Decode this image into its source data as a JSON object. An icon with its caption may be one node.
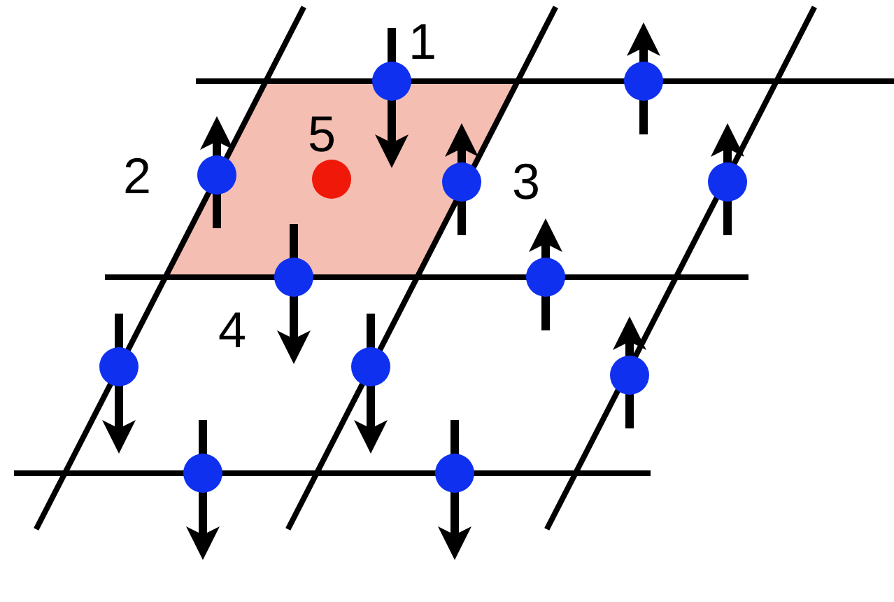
{
  "diagram": {
    "labels": [
      "1",
      "5",
      "2",
      "3",
      "4"
    ]
  }
}
